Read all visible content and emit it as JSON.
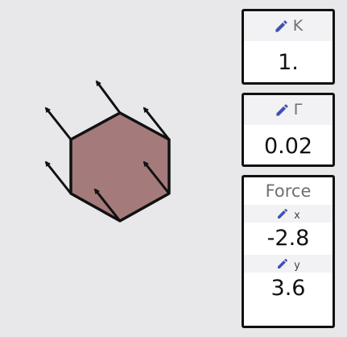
{
  "colors": {
    "background": "#e8e8ea",
    "hexagon_fill": "#a57a7a",
    "hexagon_stroke": "#111111",
    "arrow": "#111111",
    "pencil": "#3f51b5",
    "field_header_bg": "#f2f2f4"
  },
  "fields": {
    "k": {
      "symbol": "K",
      "value": "1.",
      "icon": "pencil-icon"
    },
    "gamma": {
      "symbol": "Γ",
      "value": "0.02",
      "icon": "pencil-icon"
    }
  },
  "force": {
    "title": "Force",
    "x": {
      "symbol": "x",
      "value": "-2.8",
      "icon": "pencil-icon"
    },
    "y": {
      "symbol": "y",
      "value": "3.6",
      "icon": "pencil-icon"
    }
  }
}
